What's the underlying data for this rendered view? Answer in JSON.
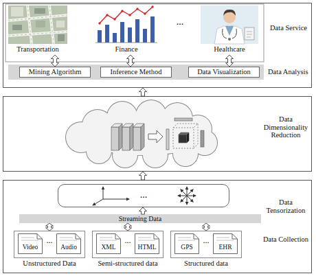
{
  "diagram": {
    "nodes": [
      {
        "text": [
          "Data Service"
        ]
      },
      {
        "text": [
          "Transportation"
        ],
        "in": 0
      },
      {
        "text": [
          "Finance"
        ],
        "in": 0
      },
      {
        "text": [
          "Healthcare"
        ],
        "in": 0
      },
      {
        "text": [
          "Data Analysis"
        ],
        "in": 0
      },
      {
        "text": [
          "Mining Algorithm"
        ],
        "in": 4
      },
      {
        "text": [
          "Inference Method"
        ],
        "in": 4
      },
      {
        "text": [
          "Data Visualization"
        ],
        "in": 4
      },
      {
        "text": [
          "Data Dimensionality Reduction"
        ]
      },
      {
        "text": [
          "Data Tensorization",
          "Data Collection"
        ]
      },
      {
        "text": [
          "..."
        ],
        "in": 9
      },
      {
        "text": [
          "Streaming Data"
        ],
        "in": 9
      },
      {
        "text": [
          "Unstructured Data"
        ],
        "in": 9
      },
      {
        "text": [
          "Semi-structured data"
        ],
        "in": 9
      },
      {
        "text": [
          "Structured data"
        ],
        "in": 9
      },
      {
        "text": [
          "Video"
        ],
        "in": 12
      },
      {
        "text": [
          "Audio"
        ],
        "in": 12
      },
      {
        "text": [
          "XML"
        ],
        "in": 13
      },
      {
        "text": [
          "HTML"
        ],
        "in": 13
      },
      {
        "text": [
          "GPS"
        ],
        "in": 14
      },
      {
        "text": [
          "EHR"
        ],
        "in": 14
      }
    ],
    "edges": [
      {
        "from": 5,
        "to": 1,
        "arrow": "both"
      },
      {
        "from": 6,
        "to": 2,
        "arrow": "both"
      },
      {
        "from": 7,
        "to": 3,
        "arrow": "both"
      },
      {
        "from": 8,
        "to": 0,
        "arrow": "to"
      },
      {
        "from": 9,
        "to": 8,
        "arrow": "to"
      },
      {
        "from": 11,
        "to": 10,
        "arrow": "to"
      },
      {
        "from": 12,
        "to": 11,
        "arrow": "both"
      },
      {
        "from": 13,
        "to": 11,
        "arrow": "both"
      },
      {
        "from": 14,
        "to": 11,
        "arrow": "both"
      }
    ],
    "labels": [
      "...",
      "...",
      "...",
      "..."
    ]
  }
}
